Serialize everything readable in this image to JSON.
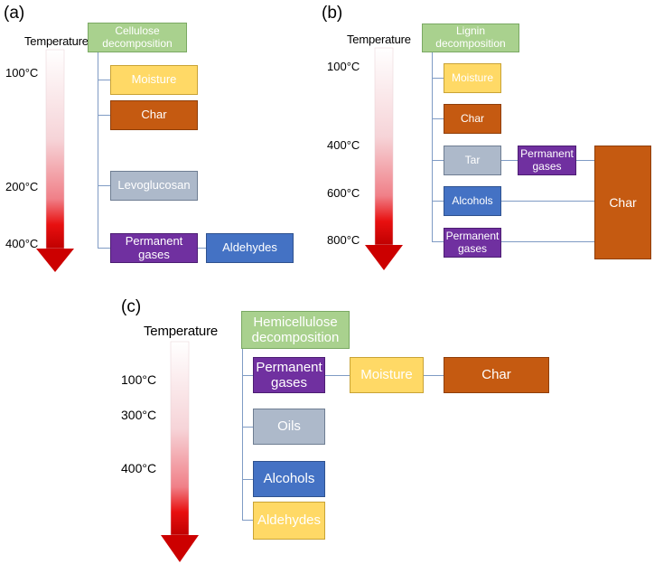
{
  "panels": {
    "a": {
      "label": "(a)",
      "temperature_title": "Temperature",
      "ticks": [
        "100°C",
        "200°C",
        "400°C"
      ],
      "header": "Cellulose decomposition",
      "boxes": {
        "moisture": "Moisture",
        "char": "Char",
        "levoglucosan": "Levoglucosan",
        "permanent_gases": "Permanent gases",
        "aldehydes": "Aldehydes"
      }
    },
    "b": {
      "label": "(b)",
      "temperature_title": "Temperature",
      "ticks": [
        "100°C",
        "400°C",
        "600°C",
        "800°C"
      ],
      "header": "Lignin decomposition",
      "boxes": {
        "moisture": "Moisture",
        "char_small": "Char",
        "tar": "Tar",
        "permanent_gases_tar": "Permanent gases",
        "alcohols": "Alcohols",
        "permanent_gases": "Permanent gases",
        "char_big": "Char"
      }
    },
    "c": {
      "label": "(c)",
      "temperature_title": "Temperature",
      "ticks": [
        "100°C",
        "300°C",
        "400°C"
      ],
      "header": "Hemicellulose decomposition",
      "boxes": {
        "permanent_gases": "Permanent gases",
        "moisture": "Moisture",
        "char": "Char",
        "oils": "Oils",
        "alcohols": "Alcohols",
        "aldehydes": "Aldehydes"
      }
    }
  },
  "colors": {
    "header": "#a9d18e",
    "moisture": "#ffd966",
    "char": "#c55a11",
    "grey": "#adb9ca",
    "purple": "#7030a0",
    "blue": "#4472c4",
    "arrow_top": "#ffffff",
    "arrow_bottom": "#e00000"
  }
}
